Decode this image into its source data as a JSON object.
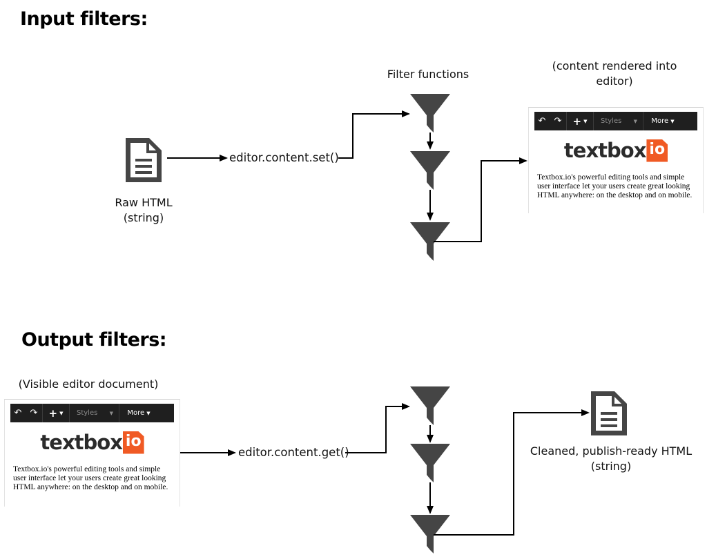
{
  "input_section": {
    "heading": "Input filters:",
    "source_label_line1": "Raw HTML",
    "source_label_line2": "(string)",
    "method_label": "editor.content.set()",
    "filters_label": "Filter functions",
    "target_label_line1": "(content rendered into",
    "target_label_line2": "editor)"
  },
  "output_section": {
    "heading": "Output filters:",
    "source_label": "(Visible editor document)",
    "method_label": "editor.content.get()",
    "target_label_line1": "Cleaned, publish-ready HTML",
    "target_label_line2": "(string)"
  },
  "editor_preview": {
    "undo_icon": "undo-icon",
    "redo_icon": "redo-icon",
    "insert_label": "+",
    "styles_label": "Styles",
    "more_label": "More",
    "logo_text": "textbox",
    "logo_badge": "io",
    "body_line1": "Textbox.io's powerful editing tools and simple",
    "body_line2": "user interface let your users create great looking",
    "body_line3": "HTML anywhere: on the desktop and on mobile."
  },
  "icons": {
    "document": "document-icon",
    "filter": "funnel-icon"
  },
  "colors": {
    "icon": "#454545",
    "wire": "#000000",
    "toolbar": "#1f1f1f",
    "logo_badge": "#f05a24"
  }
}
